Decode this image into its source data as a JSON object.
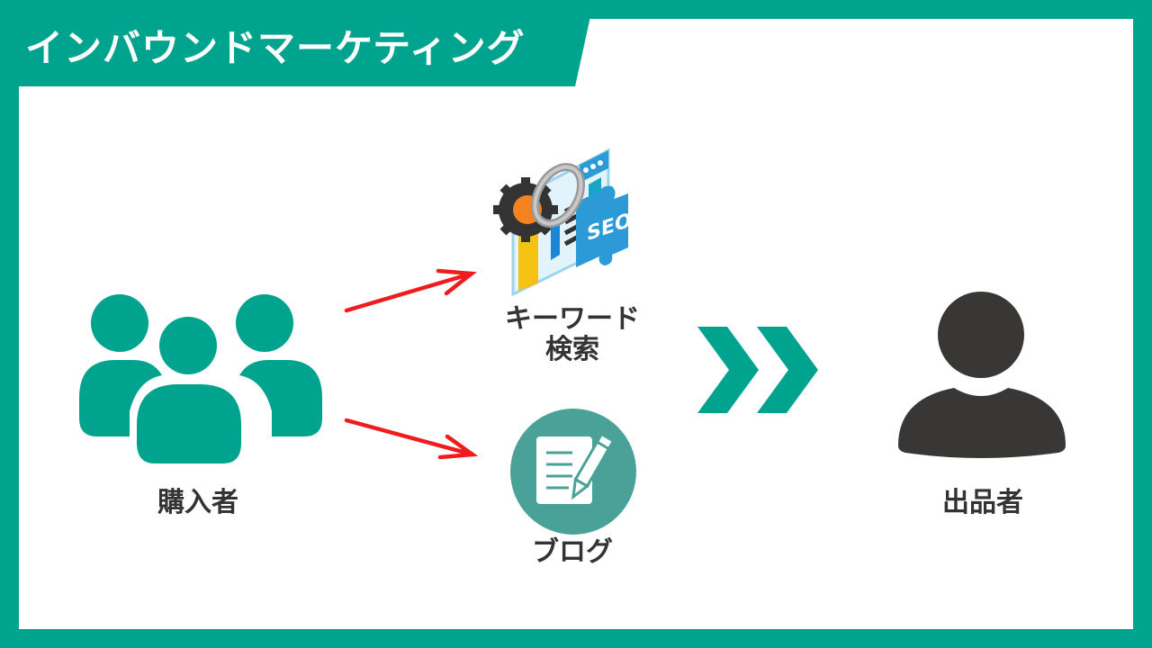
{
  "title": "インバウンドマーケティング",
  "colors": {
    "accent": "#00a48e",
    "arrow": "#ee1c1c",
    "text": "#333333",
    "seller_icon": "#383735",
    "blog_circle": "#4aa198"
  },
  "nodes": {
    "buyers": {
      "label": "購入者",
      "icon": "people-group-icon"
    },
    "keyword_search": {
      "label_line1": "キーワード",
      "label_line2": "検索",
      "icon": "seo-puzzle-gear-icon"
    },
    "blog": {
      "label": "ブログ",
      "icon": "blog-document-pencil-icon"
    },
    "seller": {
      "label": "出品者",
      "icon": "person-icon"
    }
  },
  "connectors": [
    {
      "from": "buyers",
      "to": "keyword_search",
      "type": "red-arrow"
    },
    {
      "from": "buyers",
      "to": "blog",
      "type": "red-arrow"
    },
    {
      "from": "keyword_search+blog",
      "to": "seller",
      "type": "double-chevron"
    }
  ]
}
